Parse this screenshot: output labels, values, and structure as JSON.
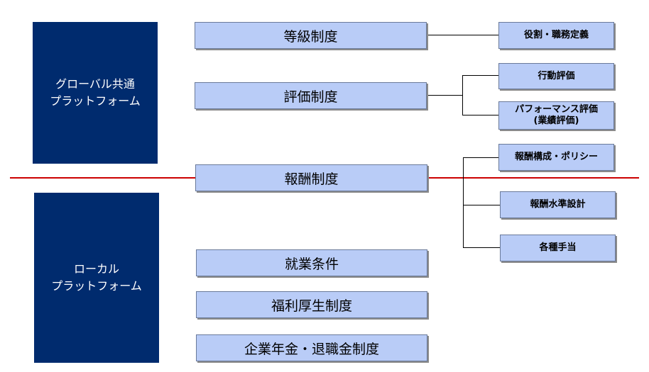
{
  "platforms": {
    "global": "グローバル共通\nプラットフォーム",
    "local": "ローカル\nプラットフォーム"
  },
  "systems": {
    "grade": "等級制度",
    "evaluation": "評価制度",
    "compensation": "報酬制度",
    "employment": "就業条件",
    "welfare": "福利厚生制度",
    "pension": "企業年金・退職金制度"
  },
  "details": {
    "role_definition": "役割・職務定義",
    "behavior_eval": "行動評価",
    "performance_eval": "パフォーマンス評価\n(業績評価)",
    "comp_policy": "報酬構成・ポリシー",
    "comp_level": "報酬水準設計",
    "allowances": "各種手当"
  },
  "colors": {
    "platform_bg": "#002b6e",
    "box_bg": "#b9ccf7",
    "divider": "#cc0000"
  }
}
